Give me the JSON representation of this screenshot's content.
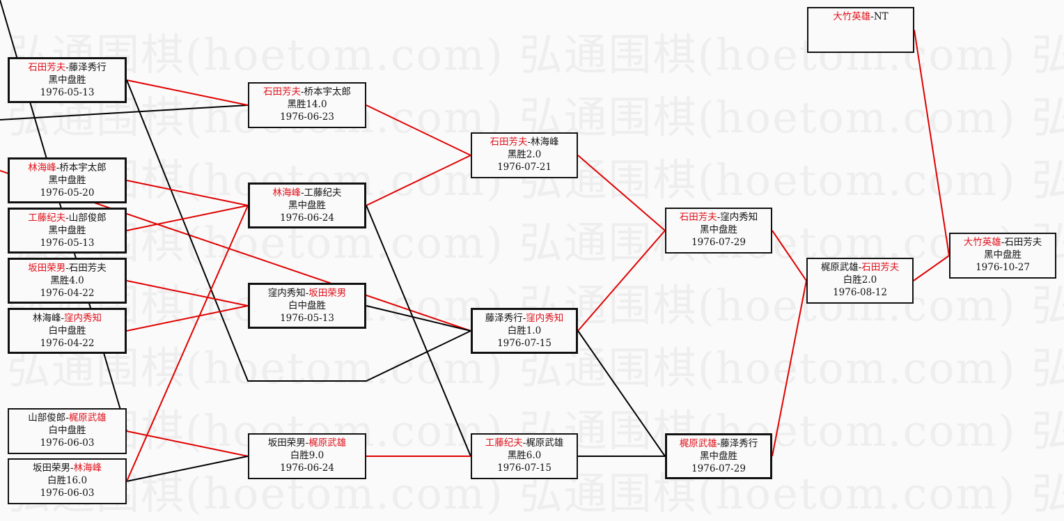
{
  "watermark": "弘通围棋(hoetom.com) 弘通围棋(hoetom.com) 弘通围棋",
  "colors": {
    "winner": "#e0101a",
    "line_win": "#e00000",
    "line_loss": "#000000"
  },
  "games": [
    {
      "p1": "石田芳夫",
      "p2": "藤泽秀行",
      "winner": 1,
      "result": "黑中盘胜",
      "date": "1976-05-13"
    },
    {
      "p1": "林海峰",
      "p2": "桥本宇太郎",
      "winner": 1,
      "result": "黑中盘胜",
      "date": "1976-05-20"
    },
    {
      "p1": "工藤纪夫",
      "p2": "山部俊郎",
      "winner": 1,
      "result": "黑中盘胜",
      "date": "1976-05-13"
    },
    {
      "p1": "坂田荣男",
      "p2": "石田芳夫",
      "winner": 1,
      "result": "黑胜4.0",
      "date": "1976-04-22"
    },
    {
      "p1": "林海峰",
      "p2": "窪内秀知",
      "winner": 2,
      "result": "白中盘胜",
      "date": "1976-04-22"
    },
    {
      "p1": "山部俊郎",
      "p2": "梶原武雄",
      "winner": 2,
      "result": "白中盘胜",
      "date": "1976-06-03"
    },
    {
      "p1": "坂田荣男",
      "p2": "林海峰",
      "winner": 2,
      "result": "白胜16.0",
      "date": "1976-06-03"
    },
    {
      "p1": "石田芳夫",
      "p2": "桥本宇太郎",
      "winner": 1,
      "result": "黑胜14.0",
      "date": "1976-06-23"
    },
    {
      "p1": "林海峰",
      "p2": "工藤纪夫",
      "winner": 1,
      "result": "黑中盘胜",
      "date": "1976-06-24"
    },
    {
      "p1": "窪内秀知",
      "p2": "坂田荣男",
      "winner": 2,
      "result": "白中盘胜",
      "date": "1976-05-13"
    },
    {
      "p1": "坂田荣男",
      "p2": "梶原武雄",
      "winner": 2,
      "result": "白胜9.0",
      "date": "1976-06-24"
    },
    {
      "p1": "石田芳夫",
      "p2": "林海峰",
      "winner": 1,
      "result": "黑胜2.0",
      "date": "1976-07-21"
    },
    {
      "p1": "藤泽秀行",
      "p2": "窪内秀知",
      "winner": 2,
      "result": "白胜1.0",
      "date": "1976-07-15"
    },
    {
      "p1": "工藤纪夫",
      "p2": "梶原武雄",
      "winner": 1,
      "result": "黑胜6.0",
      "date": "1976-07-15"
    },
    {
      "p1": "石田芳夫",
      "p2": "窪内秀知",
      "winner": 1,
      "result": "黑中盘胜",
      "date": "1976-07-29"
    },
    {
      "p1": "梶原武雄",
      "p2": "藤泽秀行",
      "winner": 1,
      "result": "黑中盘胜",
      "date": "1976-07-29"
    },
    {
      "p1": "梶原武雄",
      "p2": "石田芳夫",
      "winner": 2,
      "result": "白胜2.0",
      "date": "1976-08-12"
    },
    {
      "p1": "大竹英雄",
      "p2": "NT",
      "winner": 1,
      "result": "",
      "date": ""
    },
    {
      "p1": "大竹英雄",
      "p2": "石田芳夫",
      "winner": 1,
      "result": "黑中盘胜",
      "date": "1976-10-27"
    }
  ]
}
